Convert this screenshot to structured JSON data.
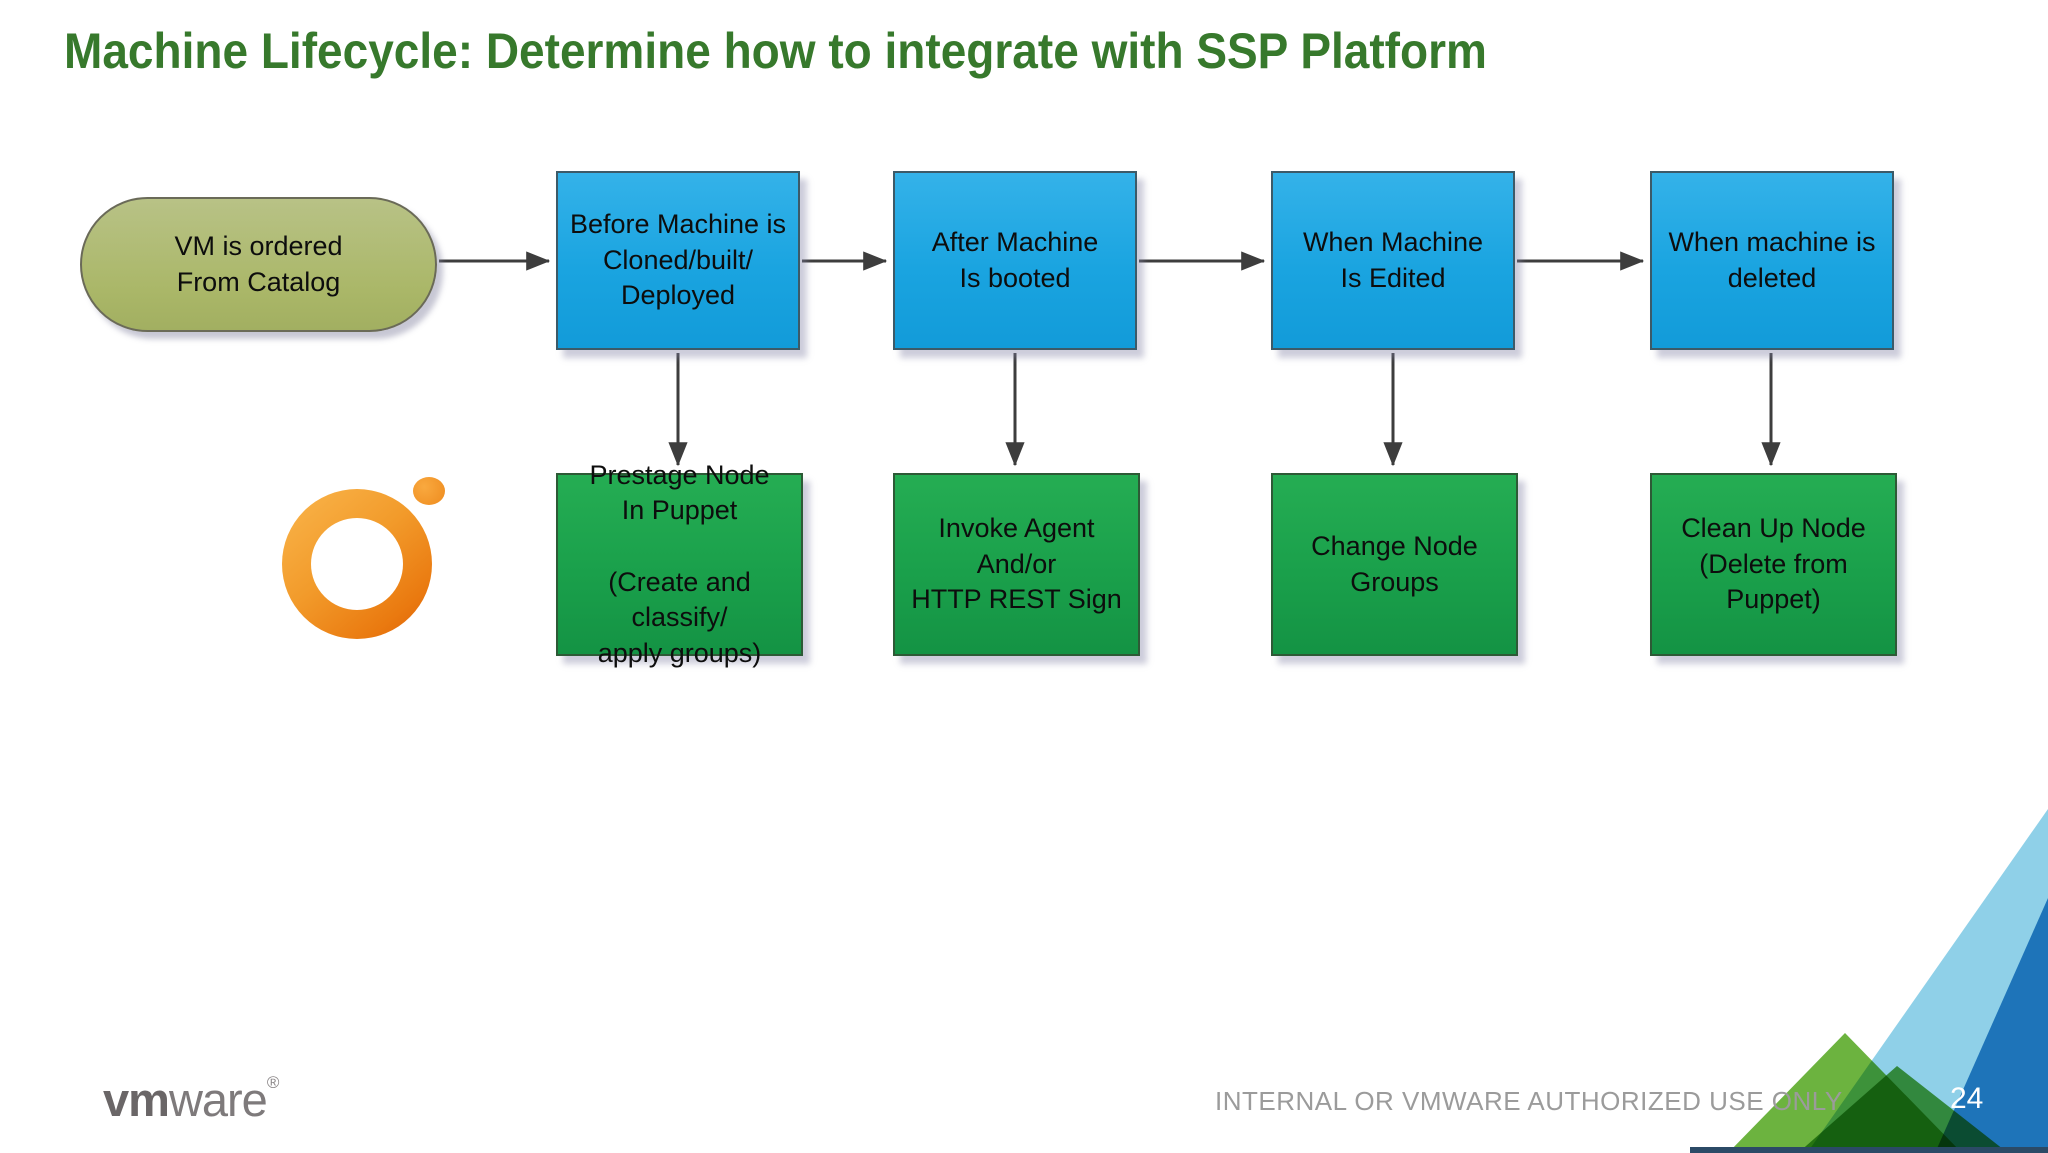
{
  "slide": {
    "title": "Machine Lifecycle: Determine how to integrate with SSP Platform",
    "page_number": "24",
    "classification": "INTERNAL OR VMWARE AUTHORIZED USE ONLY"
  },
  "brand": {
    "logo_text_bold": "vm",
    "logo_text_light": "ware",
    "logo_reg_mark": "®"
  },
  "flow": {
    "type": "flowchart",
    "start": {
      "label": "VM is ordered\nFrom Catalog"
    },
    "stages": [
      {
        "trigger": "Before Machine is\nCloned/built/\nDeployed",
        "action": "Prestage Node\nIn Puppet\n\n(Create and classify/\napply groups)"
      },
      {
        "trigger": "After Machine\nIs booted",
        "action": "Invoke Agent\nAnd/or\nHTTP REST Sign"
      },
      {
        "trigger": "When Machine\nIs Edited",
        "action": "Change Node\nGroups"
      },
      {
        "trigger": "When machine is\ndeleted",
        "action": "Clean Up Node\n(Delete from\nPuppet)"
      }
    ],
    "edges": [
      "start -> trigger-1",
      "trigger-1 -> trigger-2",
      "trigger-2 -> trigger-3",
      "trigger-3 -> trigger-4",
      "trigger-1 -> action-1",
      "trigger-2 -> action-2",
      "trigger-3 -> action-3",
      "trigger-4 -> action-4"
    ]
  },
  "icons": {
    "puppet_logo": "orange-ring-with-dot"
  },
  "colors": {
    "title_green": "#37792C",
    "trigger_blue": "#1BA7E0",
    "action_green": "#1EA24D",
    "start_olive": "#ACB873",
    "arrow": "#3D3D3D",
    "corner_light_blue": "#8FD0E8",
    "corner_dark_blue": "#1E74B9",
    "corner_green": "#6CB33F",
    "footer_gray": "#9B9B9B"
  }
}
